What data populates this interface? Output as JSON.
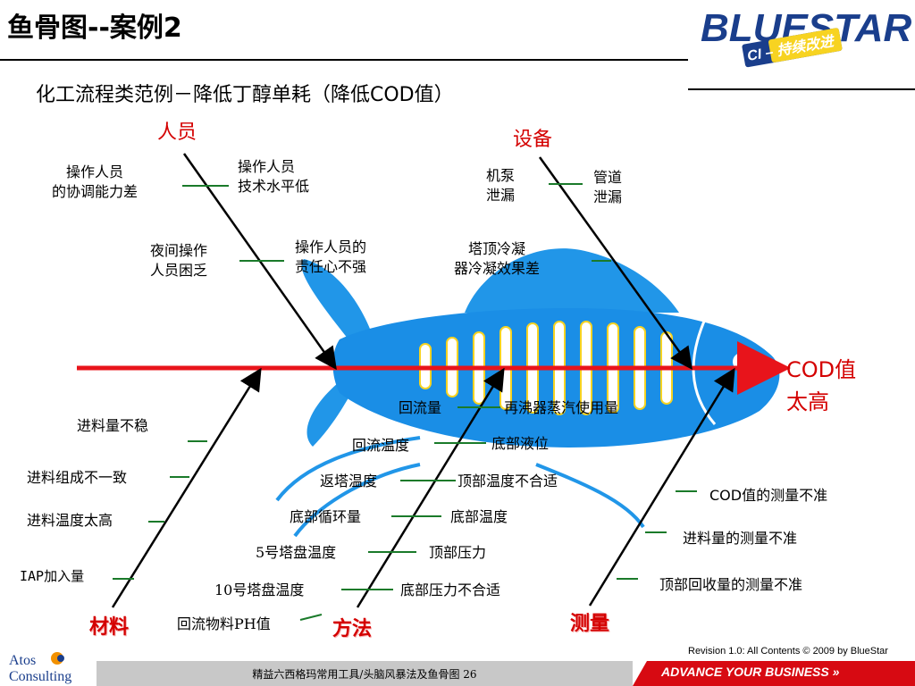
{
  "header": {
    "title": "鱼骨图--案例2",
    "subtitle": "化工流程类范例－降低丁醇单耗（降低COD值）"
  },
  "logo": {
    "brand": "BLUESTAR",
    "tag": "CI – 持续改进"
  },
  "categories": {
    "people": "人员",
    "equipment": "设备",
    "material": "材料",
    "method": "方法",
    "measurement": "测量"
  },
  "effect": {
    "line1": "COD值",
    "line2": "太高"
  },
  "causes": {
    "people": [
      "操作人员\n的协调能力差",
      "操作人员\n技术水平低",
      "夜间操作\n人员困乏",
      "操作人员的\n责任心不强"
    ],
    "equipment": [
      "机泵\n泄漏",
      "管道\n泄漏",
      "塔顶冷凝\n器冷凝效果差"
    ],
    "material": [
      "进料量不稳",
      "进料组成不一致",
      "进料温度太高",
      "IAP加入量"
    ],
    "method": [
      "回流量",
      "再沸器蒸汽使用量",
      "回流温度",
      "底部液位",
      "返塔温度",
      "顶部温度不合适",
      "底部循环量",
      "底部温度",
      "5号塔盘温度",
      "顶部压力",
      "10号塔盘温度",
      "底部压力不合适",
      "回流物料PH值"
    ],
    "measurement": [
      "COD值的测量不准",
      "进料量的测量不准",
      "顶部回收量的测量不准"
    ]
  },
  "footer": {
    "revision": "Revision 1.0: All Contents © 2009 by BlueStar",
    "center": "精益六西格玛常用工具/头脑风暴法及鱼骨图  26",
    "slogan": "ADVANCE YOUR BUSINESS »",
    "company_line1": "Atos",
    "company_line2": "Consulting"
  },
  "colors": {
    "spine": "#e8141b",
    "fish": "#1a8ee6",
    "category_text": "#d40000",
    "bone_line": "#000000",
    "cause_tick": "#1a7a2a",
    "footer_red": "#d70a12",
    "footer_grey": "#c8c8c8"
  }
}
